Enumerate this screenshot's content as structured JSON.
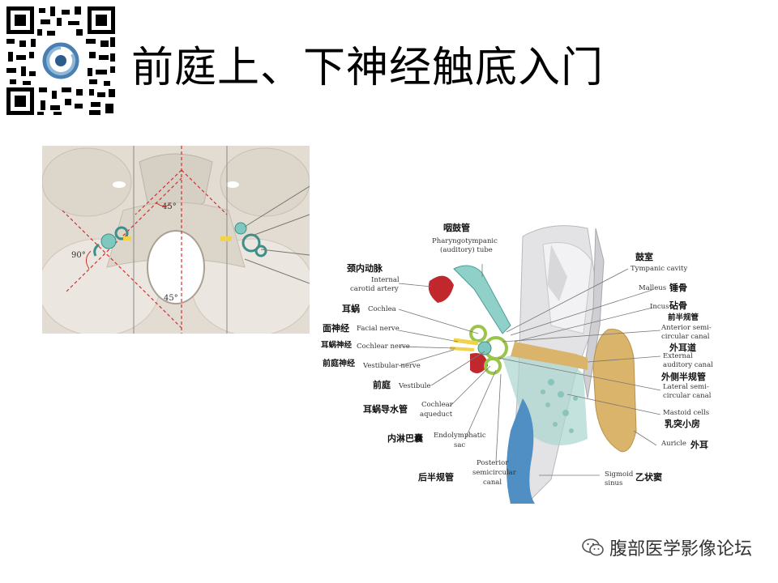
{
  "title": "前庭上、下神经触底入门",
  "footer": {
    "text": "腹部医学影像论坛",
    "icon": "wechat-icon"
  },
  "skull": {
    "angle_top": "45°",
    "angle_left": "90°",
    "angle_bottom": "45°"
  },
  "labels": {
    "pharyngotympanic_zh": "咽鼓管",
    "pharyngotympanic_en_1": "Pharyngotympanic",
    "pharyngotympanic_en_2": "(auditory) tube",
    "tympanic_zh": "鼓室",
    "tympanic_en": "Tympanic cavity",
    "carotid_zh": "颈内动脉",
    "carotid_en_1": "Internal",
    "carotid_en_2": "carotid artery",
    "malleus_en": "Malleus",
    "malleus_zh": "锤骨",
    "cochlea_zh": "耳蜗",
    "cochlea_en": "Cochlea",
    "incus_en": "Incus",
    "incus_zh": "砧骨",
    "ant_canal_zh": "前半规管",
    "ant_canal_en_1": "Anterior semi-",
    "ant_canal_en_2": "circular canal",
    "facial_zh": "面神经",
    "facial_en": "Facial nerve",
    "cochlear_nerve_zh": "耳蜗神经",
    "cochlear_nerve_en": "Cochlear nerve",
    "ext_canal_zh": "外耳道",
    "ext_canal_en_1": "External",
    "ext_canal_en_2": "auditory canal",
    "vestibular_zh": "前庭神经",
    "vestibular_en": "Vestibular nerve",
    "lat_canal_zh": "外侧半规管",
    "lat_canal_en_1": "Lateral semi-",
    "lat_canal_en_2": "circular canal",
    "vestibule_zh": "前庭",
    "vestibule_en": "Vestibule",
    "aqueduct_zh": "耳蜗导水管",
    "aqueduct_en_1": "Cochlear",
    "aqueduct_en_2": "aqueduct",
    "mastoid_en": "Mastoid cells",
    "mastoid_zh": "乳突小房",
    "endo_zh": "内淋巴囊",
    "endo_en_1": "Endolymphatic",
    "endo_en_2": "sac",
    "auricle_en": "Auricle",
    "auricle_zh": "外耳",
    "post_canal_zh": "后半规管",
    "post_canal_en_1": "Posterior",
    "post_canal_en_2": "semicircular",
    "post_canal_en_3": "canal",
    "sigmoid_en_1": "Sigmoid",
    "sigmoid_en_2": "sinus",
    "sigmoid_zh": "乙状窦"
  },
  "colors": {
    "bone": "#e8e2da",
    "cochlea": "#7ec8c0",
    "artery": "#c0282e",
    "skin": "#d9b46a",
    "vein": "#4f8fc4",
    "nerve": "#f2d24a",
    "angle_line": "#d33030"
  }
}
